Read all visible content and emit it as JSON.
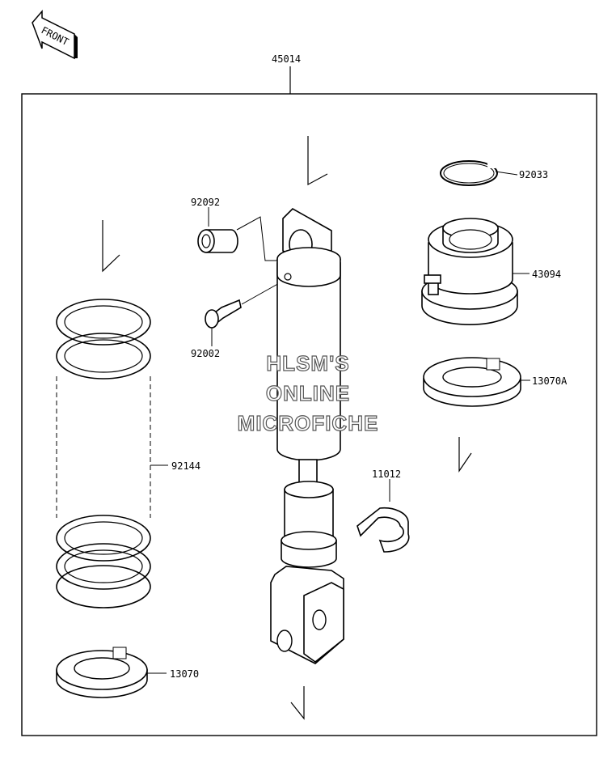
{
  "front_arrow": {
    "label": "FRONT"
  },
  "assembly": {
    "part_number": "45014"
  },
  "parts": [
    {
      "id": "92033",
      "label": "92033"
    },
    {
      "id": "92092",
      "label": "92092"
    },
    {
      "id": "43094",
      "label": "43094"
    },
    {
      "id": "92002",
      "label": "92002"
    },
    {
      "id": "13070A",
      "label": "13070A"
    },
    {
      "id": "92144",
      "label": "92144"
    },
    {
      "id": "11012",
      "label": "11012"
    },
    {
      "id": "13070",
      "label": "13070"
    }
  ],
  "watermark": {
    "line1": "HLSM'S",
    "line2": "ONLINE",
    "line3": "MICROFICHE"
  }
}
